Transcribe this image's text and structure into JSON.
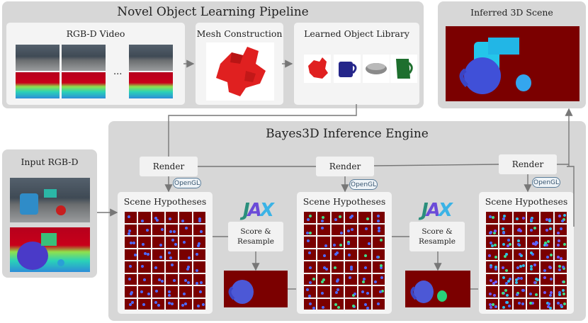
{
  "pipeline": {
    "title": "Novel Object Learning Pipeline",
    "video_label": "RGB-D Video",
    "ellipsis": "...",
    "mesh_label": "Mesh Construction",
    "library_label": "Learned Object Library"
  },
  "inferred": {
    "title": "Inferred 3D Scene"
  },
  "input": {
    "title": "Input RGB-D"
  },
  "engine": {
    "title": "Bayes3D Inference Engine",
    "render_label": "Render",
    "opengl_label": "OpenGL",
    "scene_label": "Scene Hypotheses",
    "score_line1": "Score &",
    "score_line2": "Resample",
    "jax_label": "JAX"
  },
  "colors": {
    "panel": "#d7d7d7",
    "card": "#f4f4f4",
    "maroon": "#7b0000",
    "mesh_red": "#e02020",
    "mug_blue": "#3f4fc8",
    "arrow": "#777777"
  }
}
